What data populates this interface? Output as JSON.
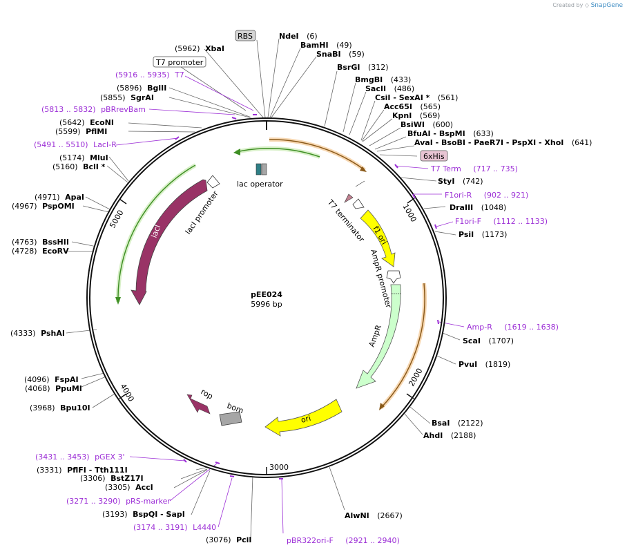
{
  "credit": {
    "prefix": "Created by",
    "brand": "SnapGene"
  },
  "plasmid": {
    "name": "pEE024",
    "size_text": "5996 bp"
  },
  "ruler": [
    "1000",
    "2000",
    "3000",
    "4000",
    "5000"
  ],
  "sites": [
    {
      "name": "NdeI",
      "pos": "(6)"
    },
    {
      "name": "BamHI",
      "pos": "(49)"
    },
    {
      "name": "SnaBI",
      "pos": "(59)"
    },
    {
      "name": "BsrGI",
      "pos": "(312)"
    },
    {
      "name": "BmgBI",
      "pos": "(433)"
    },
    {
      "name": "SacII",
      "pos": "(486)"
    },
    {
      "name": "CsiI  - SexAI *",
      "pos": "(561)"
    },
    {
      "name": "Acc65I",
      "pos": "(565)"
    },
    {
      "name": "KpnI",
      "pos": "(569)"
    },
    {
      "name": "BsiWI",
      "pos": "(600)"
    },
    {
      "name": "BfuAI  - BspMI",
      "pos": "(633)"
    },
    {
      "name": "AvaI  - BsoBI  - PaeR7I  - PspXI  - XhoI",
      "pos": "(641)"
    },
    {
      "name": "StyI",
      "pos": "(742)"
    },
    {
      "name": "DraIII",
      "pos": "(1048)"
    },
    {
      "name": "PsiI",
      "pos": "(1173)"
    },
    {
      "name": "ScaI",
      "pos": "(1707)"
    },
    {
      "name": "PvuI",
      "pos": "(1819)"
    },
    {
      "name": "BsaI",
      "pos": "(2122)"
    },
    {
      "name": "AhdI",
      "pos": "(2188)"
    },
    {
      "name": "AlwNI",
      "pos": "(2667)"
    },
    {
      "name": "PciI",
      "pos": "(3076)"
    },
    {
      "name": "BspQI  - SapI",
      "pos": "(3193)"
    },
    {
      "name": "AccI",
      "pos": "(3305)"
    },
    {
      "name": "BstZ17I",
      "pos": "(3306)"
    },
    {
      "name": "PflFI  - Tth111I",
      "pos": "(3331)"
    },
    {
      "name": "Bpu10I",
      "pos": "(3968)"
    },
    {
      "name": "PpuMI",
      "pos": "(4068)"
    },
    {
      "name": "FspAI",
      "pos": "(4096)"
    },
    {
      "name": "PshAI",
      "pos": "(4333)"
    },
    {
      "name": "EcoRV",
      "pos": "(4728)"
    },
    {
      "name": "BssHII",
      "pos": "(4763)"
    },
    {
      "name": "PspOMI",
      "pos": "(4967)"
    },
    {
      "name": "ApaI",
      "pos": "(4971)"
    },
    {
      "name": "BclI *",
      "pos": "(5160)"
    },
    {
      "name": "MluI",
      "pos": "(5174)"
    },
    {
      "name": "PflMI",
      "pos": "(5599)"
    },
    {
      "name": "EcoNI",
      "pos": "(5642)"
    },
    {
      "name": "SgrAI",
      "pos": "(5855)"
    },
    {
      "name": "BglII",
      "pos": "(5896)"
    },
    {
      "name": "XbaI",
      "pos": "(5962)"
    }
  ],
  "primers": [
    {
      "name": "T7",
      "range": "(5916 .. 5935)"
    },
    {
      "name": "pBRrevBam",
      "range": "(5813 .. 5832)"
    },
    {
      "name": "LacI-R",
      "range": "(5491 .. 5510)"
    },
    {
      "name": "T7 Term",
      "range": "(717 .. 735)"
    },
    {
      "name": "F1ori-R",
      "range": "(902 .. 921)"
    },
    {
      "name": "F1ori-F",
      "range": "(1112 .. 1133)"
    },
    {
      "name": "Amp-R",
      "range": "(1619 .. 1638)"
    },
    {
      "name": "pBR322ori-F",
      "range": "(2921 .. 2940)"
    },
    {
      "name": "L4440",
      "range": "(3174 .. 3191)"
    },
    {
      "name": "pRS-marker",
      "range": "(3271 .. 3290)"
    },
    {
      "name": "pGEX 3'",
      "range": "(3431 .. 3453)"
    }
  ],
  "boxed": {
    "rbs": "RBS",
    "t7promoter": "T7 promoter",
    "his": "6xHis"
  },
  "features": {
    "lac_operator": "lac operator",
    "t7_terminator": "T7 terminator",
    "f1_ori": "f1 ori",
    "ampr_promoter": "AmpR promoter",
    "ampr": "AmpR",
    "ori": "ori",
    "bom": "bom",
    "rop": "rop",
    "laci": "lacI",
    "laci_promoter": "lacI promoter"
  },
  "colors": {
    "primer": "#9c2fd6",
    "laci": "#993366",
    "rop": "#993366",
    "f1ori": "#ffff00",
    "ori": "#ffff00",
    "ampr": "#ccffcc",
    "bom": "#a6a6a6",
    "orf_orange": "#e8a33d",
    "orf_green": "#73b04a",
    "lac_operator": "#2f7f86",
    "his_box": "#e8c4d3"
  }
}
